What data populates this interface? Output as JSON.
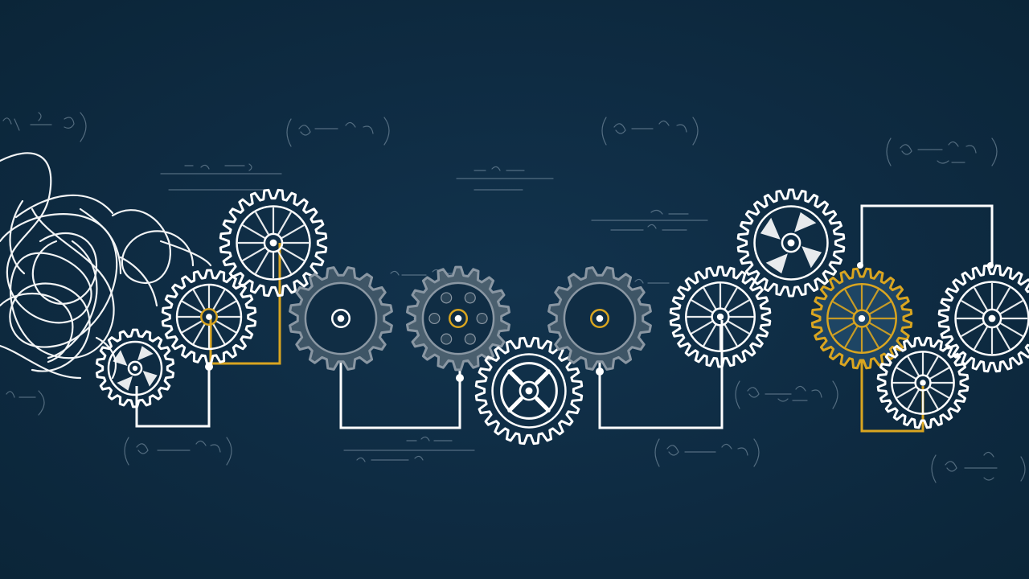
{
  "scene": {
    "background_color": "#0f2d45",
    "line_color": "#ffffff",
    "accent_color": "#d9a520",
    "muted_gear_color": "#8a97a3",
    "formula_color": "#a9bccb",
    "formula_scribbles": [
      {
        "name": "formula-top-left",
        "text": ""
      },
      {
        "name": "formula-top-center-left",
        "text": ""
      },
      {
        "name": "formula-top-center",
        "text": ""
      },
      {
        "name": "formula-top-right",
        "text": ""
      },
      {
        "name": "formula-bottom-left",
        "text": ""
      },
      {
        "name": "formula-bottom-center",
        "text": ""
      },
      {
        "name": "formula-bottom-right",
        "text": ""
      }
    ],
    "icons": [
      "tangled-line-icon",
      "gear-icon",
      "circuit-connector-icon"
    ]
  }
}
